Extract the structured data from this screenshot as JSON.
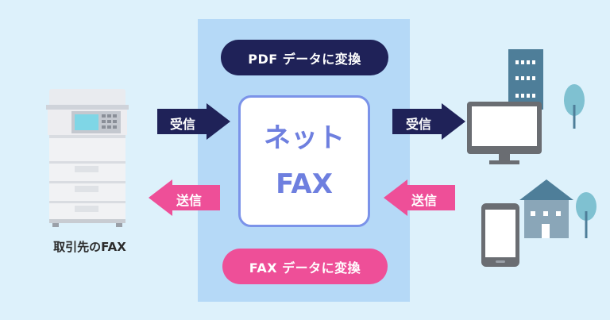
{
  "pill_pdf": "PDF データに変換",
  "pill_fax": "FAX データに変換",
  "center": {
    "line1": "ネット",
    "line2": "FAX"
  },
  "arrows": {
    "receive_left": "受信",
    "send_left": "送信",
    "receive_right": "受信",
    "send_right": "送信"
  },
  "partner_caption": "取引先のFAX",
  "colors": {
    "navy": "#1f2258",
    "pink": "#ee4f98",
    "panel": "#b5d9f7",
    "accent": "#6e7fdf"
  },
  "icons": [
    "fax-machine-icon",
    "office-building-icon",
    "desktop-computer-icon",
    "tree-icon",
    "house-icon",
    "smartphone-icon"
  ]
}
